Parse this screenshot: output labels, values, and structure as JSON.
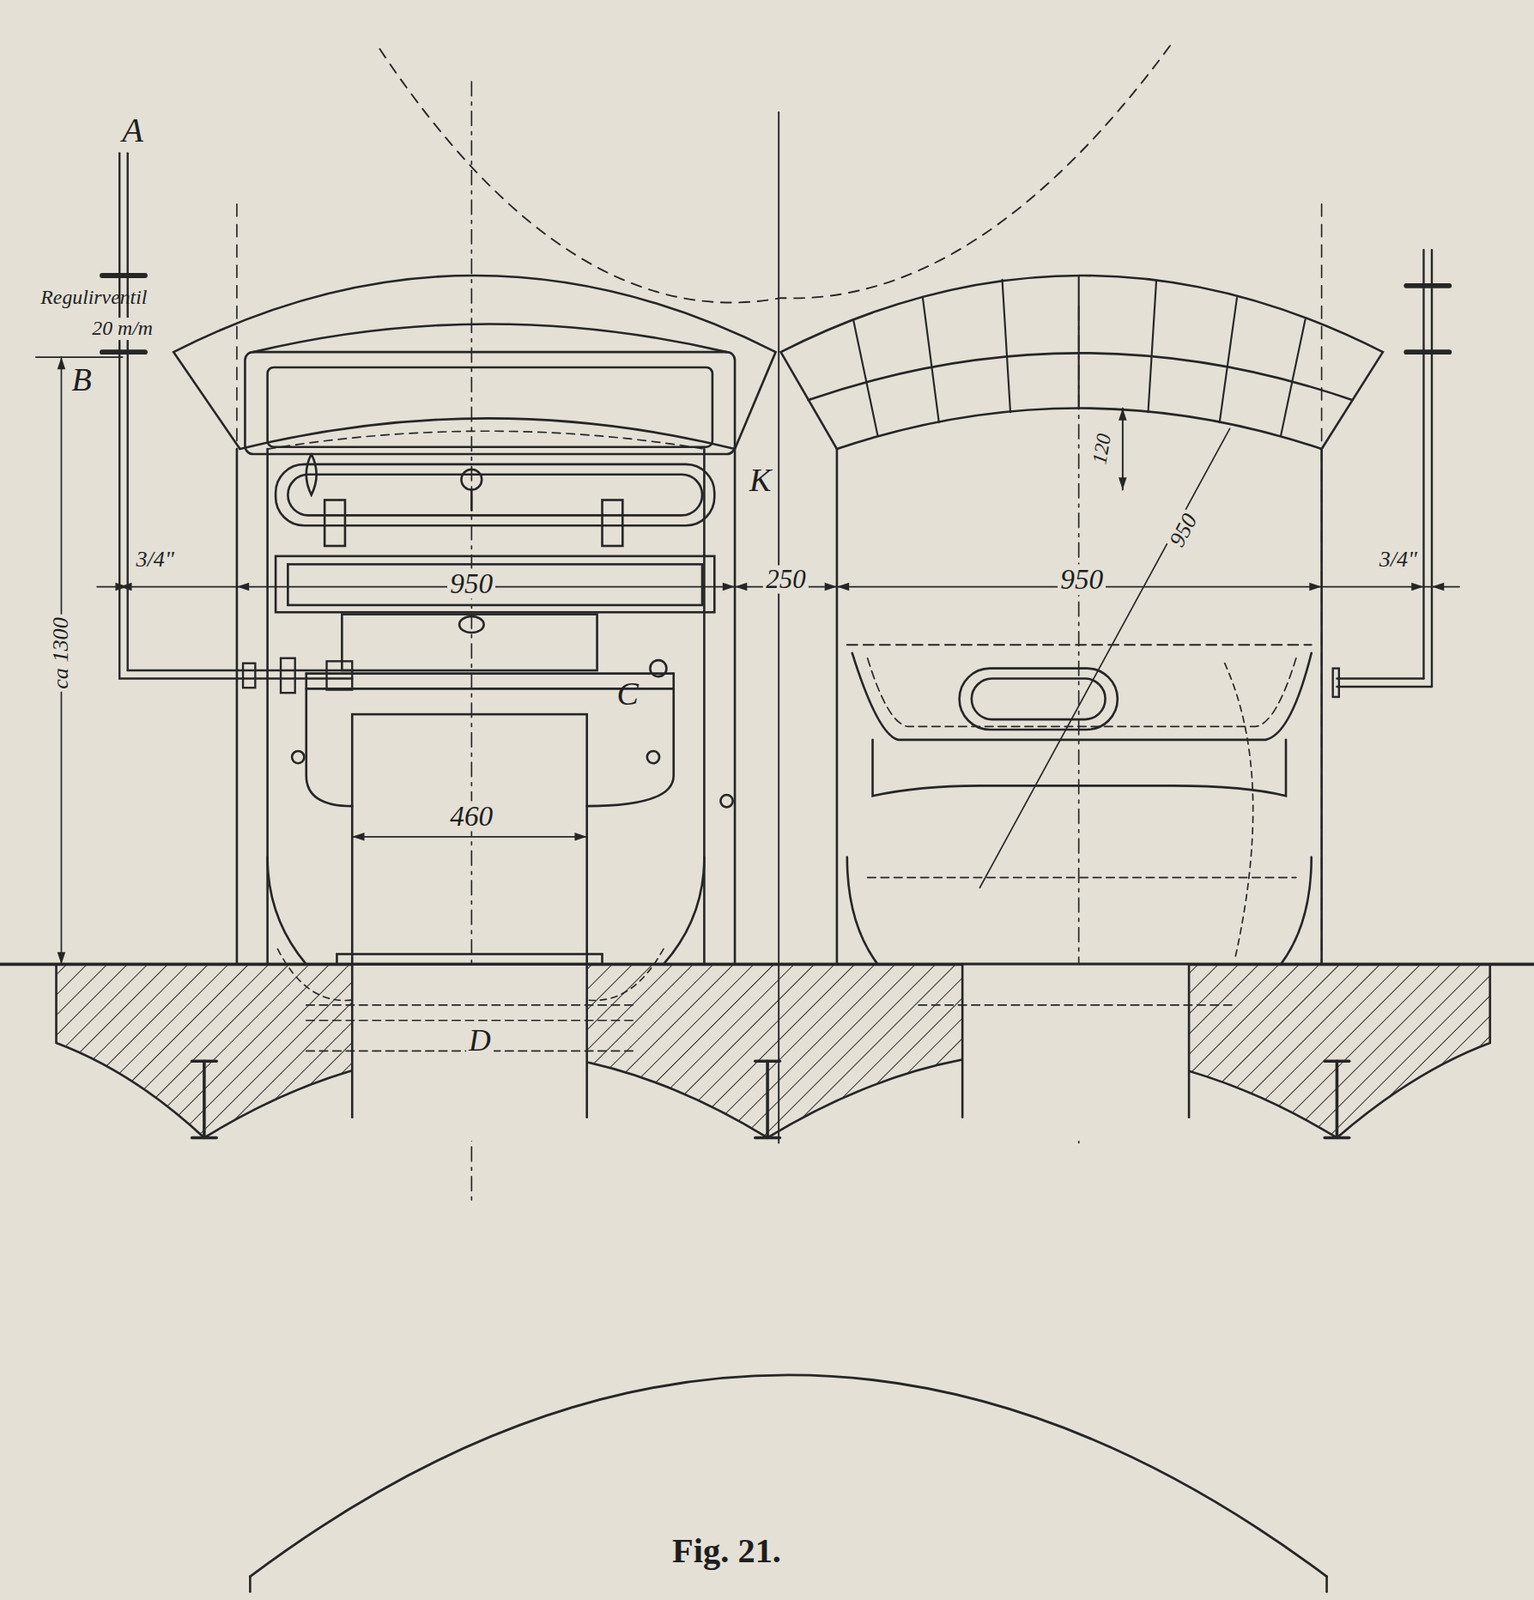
{
  "diagram": {
    "caption": "Fig. 21.",
    "labels": [
      "A",
      "Regulirventil",
      "20 m/m",
      "B",
      "3/4\"",
      "ca 1300",
      "950",
      "250",
      "950",
      "120",
      "950",
      "3/4\"",
      "K",
      "C",
      "460",
      "D"
    ]
  }
}
